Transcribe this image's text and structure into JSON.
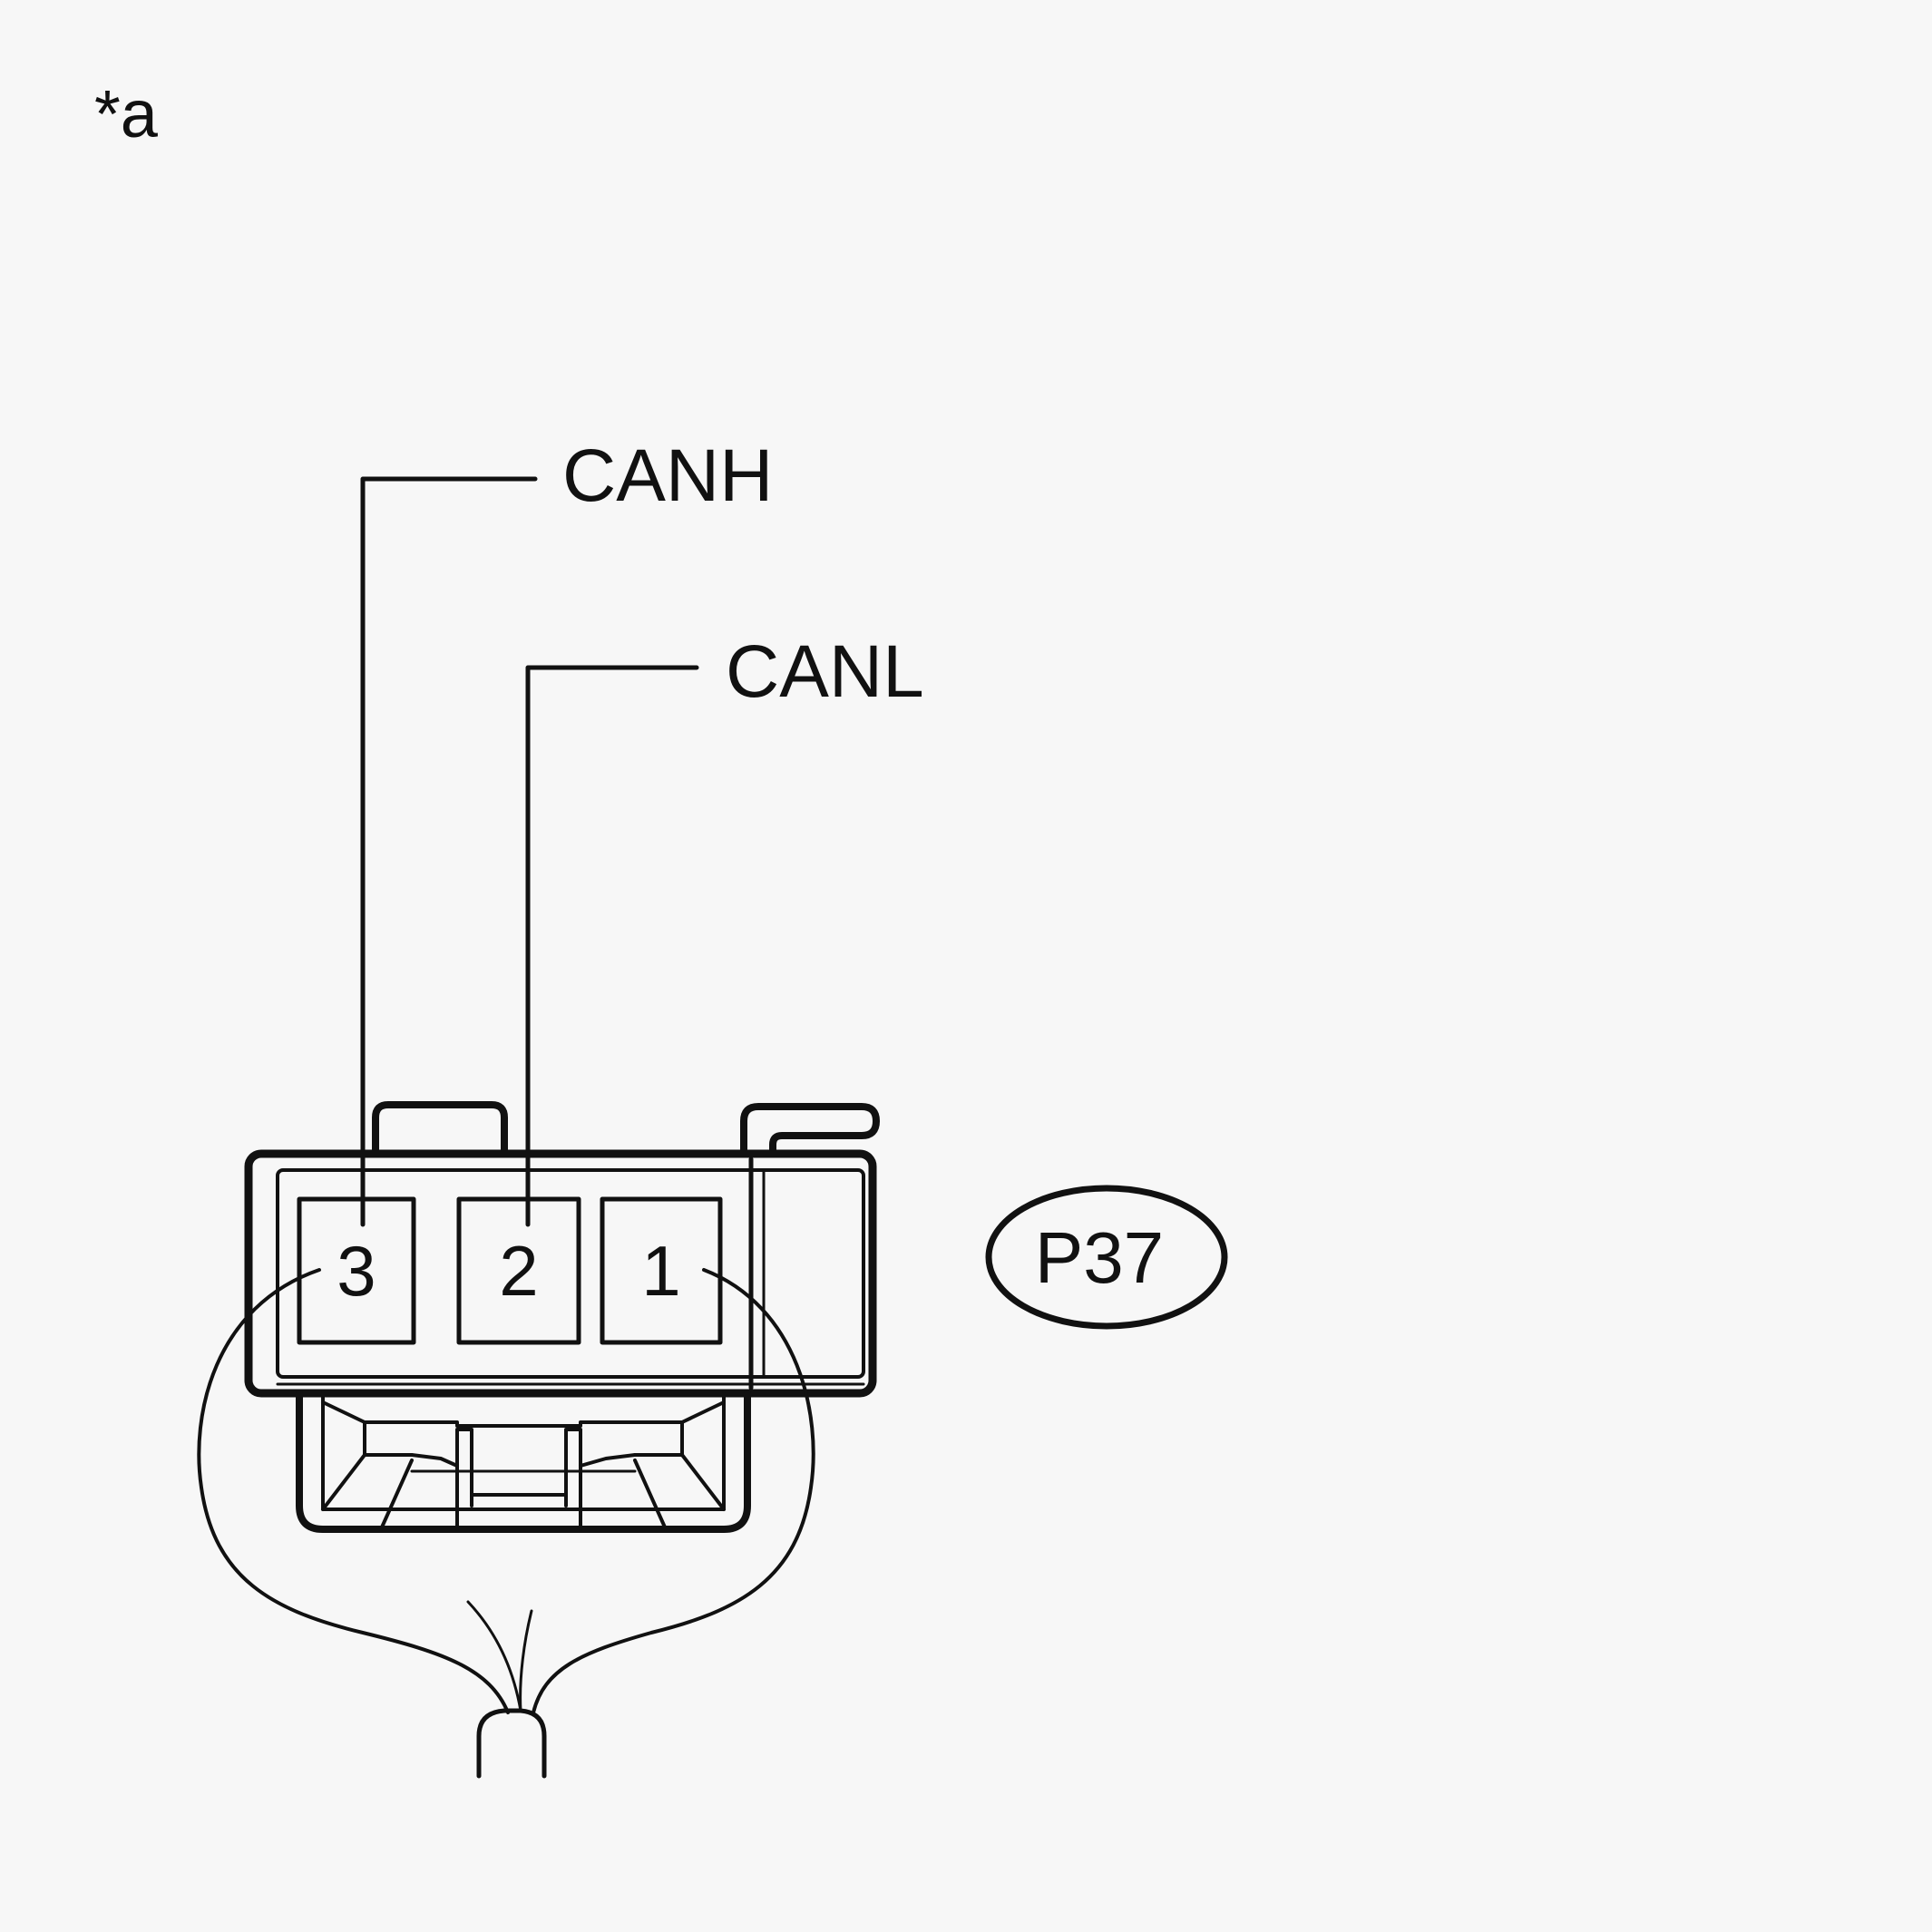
{
  "figure_tag": "*a",
  "signals": {
    "canh": "CANH",
    "canl": "CANL"
  },
  "terminals": [
    "3",
    "2",
    "1"
  ],
  "connector_code": "P37",
  "colors": {
    "background": "#f7f7f7",
    "line": "#111111"
  }
}
